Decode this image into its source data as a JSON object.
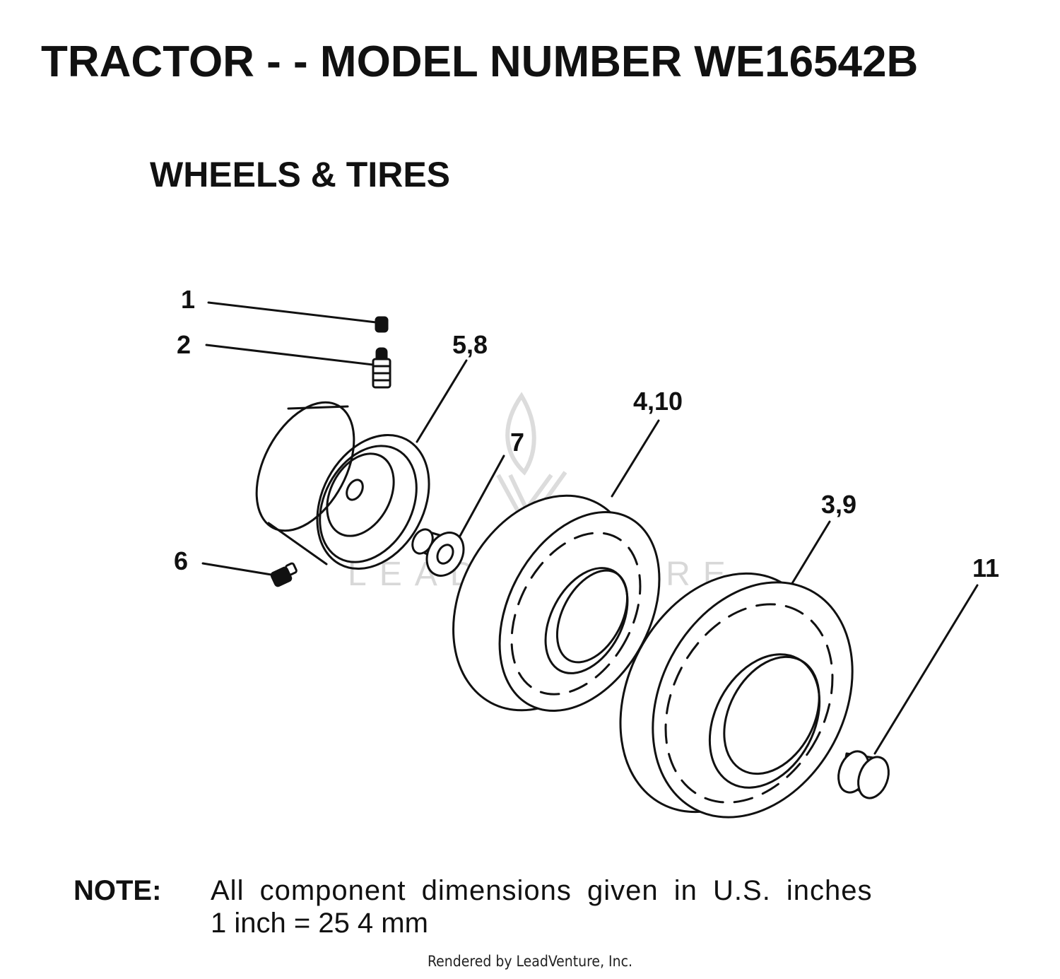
{
  "header": {
    "title": "TRACTOR - - MODEL NUMBER WE16542B",
    "subtitle": "WHEELS & TIRES"
  },
  "callouts": {
    "c1": "1",
    "c2": "2",
    "c58": "5,8",
    "c7": "7",
    "c410": "4,10",
    "c39": "3,9",
    "c6": "6",
    "c11": "11"
  },
  "watermark": {
    "text": "LEADVENTURE"
  },
  "note": {
    "label": "NOTE:",
    "line1": "All component dimensions given in U.S. inches",
    "line2": "1 inch = 25 4 mm"
  },
  "footer": {
    "text": "Rendered by LeadVenture, Inc."
  },
  "colors": {
    "ink": "#111111",
    "watermark": "#d8d8d8"
  }
}
